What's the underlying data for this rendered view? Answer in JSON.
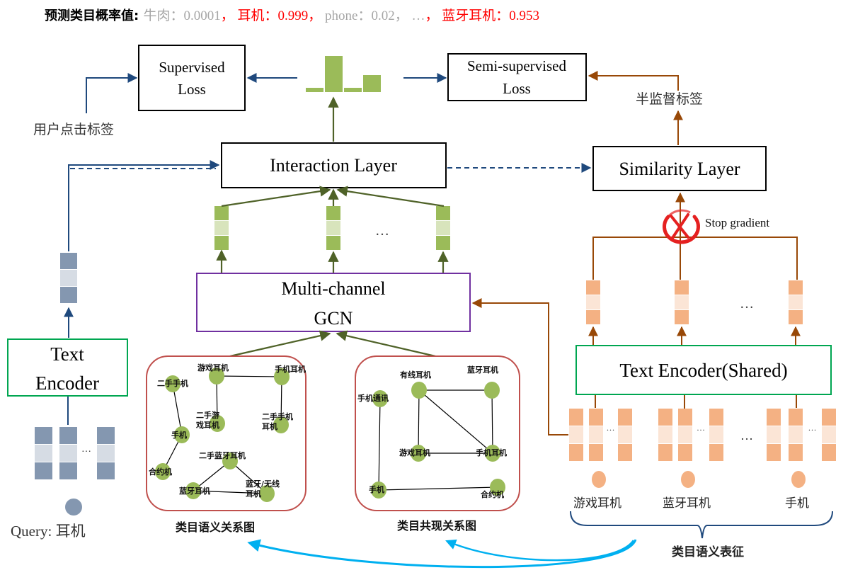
{
  "header": {
    "prefix": "预测类目概率值:",
    "items": [
      {
        "label": "牛肉",
        "value": "0.0001",
        "highlight": false
      },
      {
        "label": "耳机",
        "value": "0.999",
        "highlight": true
      },
      {
        "label": "phone",
        "value": "0.02",
        "highlight": false
      },
      {
        "label": "…",
        "value": "",
        "highlight": false
      },
      {
        "label": "蓝牙耳机",
        "value": "0.953",
        "highlight": true
      }
    ],
    "separator": "：",
    "comma": "，"
  },
  "colors": {
    "highlight": "#ff0000",
    "muted": "#a6a6a6",
    "query_vector_dark": "#8497b0",
    "query_vector_light": "#d6dce4",
    "gcn_vector_dark": "#9bbb59",
    "gcn_vector_light": "#d8e4bc",
    "category_vector_dark": "#f4b183",
    "category_vector_light": "#fbe5d6",
    "node": "#9bbb59",
    "arc": "#00b0f0"
  },
  "boxes": {
    "supervised_loss": [
      "Supervised",
      "Loss"
    ],
    "semi_supervised_loss": [
      "Semi-supervised",
      "Loss"
    ],
    "interaction_layer": "Interaction Layer",
    "similarity_layer": "Similarity Layer",
    "gcn": [
      "Multi-channel",
      "GCN"
    ],
    "text_encoder": [
      "Text",
      "Encoder"
    ],
    "text_encoder_shared": "Text Encoder(Shared)"
  },
  "labels": {
    "user_click_label": "用户点击标签",
    "semi_supervised_label": "半监督标签",
    "stop_gradient": "Stop gradient",
    "query": "Query: 耳机",
    "ellipsis": "…",
    "category_semantic_repr": "类目语义表征"
  },
  "probability_bars": [
    0.1,
    0.85,
    0.08,
    0.4
  ],
  "categories": [
    "游戏耳机",
    "蓝牙耳机",
    "手机"
  ],
  "graphs": [
    {
      "title": "类目语义关系图",
      "nodes": [
        {
          "id": "a",
          "label": "游戏耳机"
        },
        {
          "id": "b",
          "label": "手机耳机"
        },
        {
          "id": "c",
          "label": "二手手机"
        },
        {
          "id": "d",
          "label": "二手游\n戏耳机"
        },
        {
          "id": "e",
          "label": "二手手机\n耳机"
        },
        {
          "id": "f",
          "label": "手机"
        },
        {
          "id": "g",
          "label": "二手蓝牙耳机"
        },
        {
          "id": "h",
          "label": "合约机"
        },
        {
          "id": "i",
          "label": "蓝牙耳机"
        },
        {
          "id": "j",
          "label": "蓝牙/无线\n耳机"
        }
      ],
      "edges": [
        [
          "a",
          "b"
        ],
        [
          "a",
          "d"
        ],
        [
          "b",
          "e"
        ],
        [
          "c",
          "f"
        ],
        [
          "f",
          "h"
        ],
        [
          "g",
          "i"
        ],
        [
          "g",
          "j"
        ],
        [
          "i",
          "j"
        ]
      ]
    },
    {
      "title": "类目共现关系图",
      "nodes": [
        {
          "id": "a",
          "label": "有线耳机"
        },
        {
          "id": "b",
          "label": "蓝牙耳机"
        },
        {
          "id": "c",
          "label": "手机通讯"
        },
        {
          "id": "d",
          "label": "游戏耳机"
        },
        {
          "id": "e",
          "label": "手机耳机"
        },
        {
          "id": "f",
          "label": "手机"
        },
        {
          "id": "g",
          "label": "合约机"
        }
      ],
      "edges": [
        [
          "a",
          "b"
        ],
        [
          "a",
          "d"
        ],
        [
          "a",
          "e"
        ],
        [
          "b",
          "e"
        ],
        [
          "d",
          "e"
        ],
        [
          "c",
          "f"
        ],
        [
          "f",
          "g"
        ]
      ]
    }
  ]
}
